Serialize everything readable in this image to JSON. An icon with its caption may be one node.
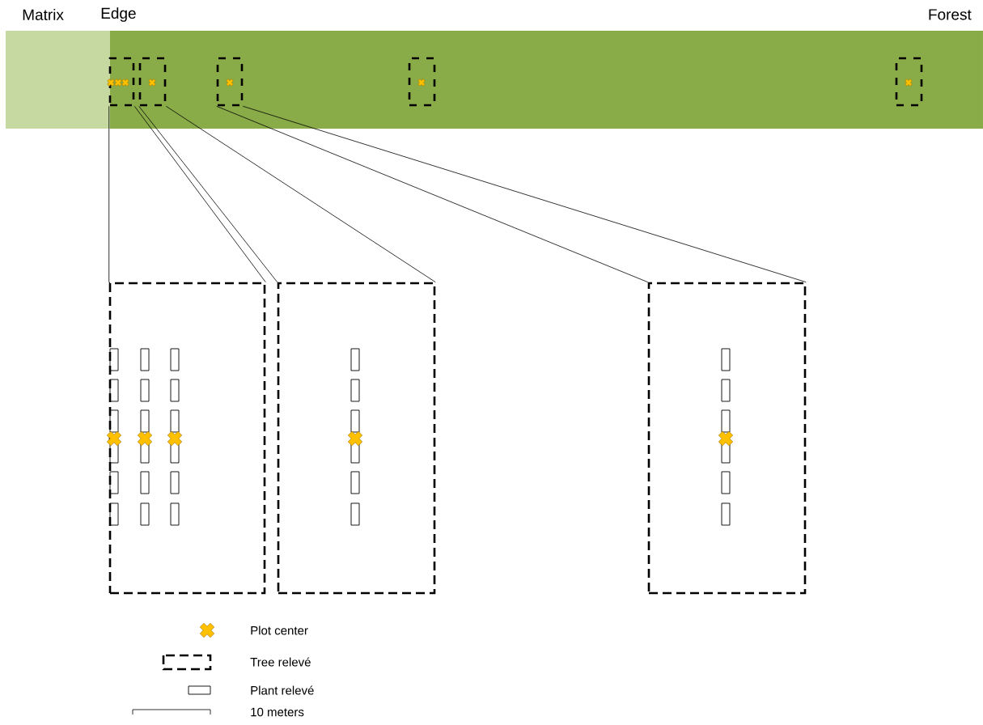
{
  "diagram": {
    "nodes": [
      {
        "text": [],
        "shape": "box"
      },
      {
        "text": [],
        "shape": "box"
      },
      {
        "text": [],
        "shape": "box"
      },
      {
        "text": [],
        "shape": "box"
      },
      {
        "text": [],
        "shape": "box"
      },
      {
        "text": [],
        "shape": "box"
      },
      {
        "text": [],
        "shape": "box"
      },
      {
        "text": [],
        "shape": "box"
      }
    ],
    "edges": [
      {
        "from": 0,
        "to": 5,
        "arrow": "none"
      },
      {
        "from": 0,
        "to": 5,
        "arrow": "none"
      },
      {
        "from": 1,
        "to": 6,
        "arrow": "none"
      },
      {
        "from": 1,
        "to": 6,
        "arrow": "none"
      },
      {
        "from": 2,
        "to": 7,
        "arrow": "none"
      },
      {
        "from": 2,
        "to": 7,
        "arrow": "none"
      }
    ],
    "labels": [
      "Matrix",
      "Edge",
      "Forest"
    ],
    "legend": [
      {
        "text": "Plot center"
      },
      {
        "text": "Tree relevé"
      },
      {
        "text": "Plant relevé"
      },
      {
        "text": "10 meters"
      }
    ]
  }
}
